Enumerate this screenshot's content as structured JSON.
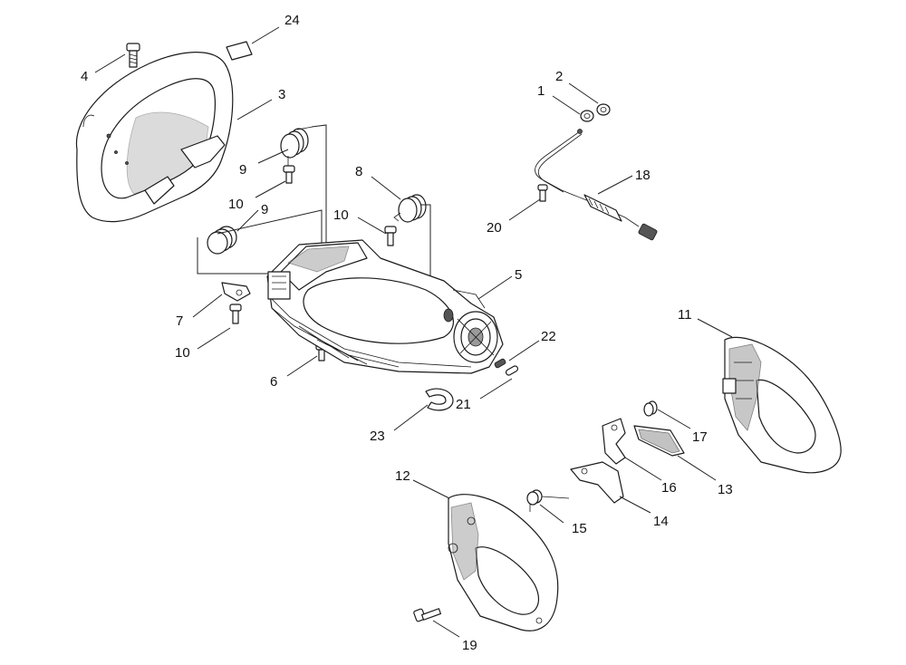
{
  "callouts": [
    {
      "id": "24",
      "label": "24"
    },
    {
      "id": "4",
      "label": "4"
    },
    {
      "id": "3",
      "label": "3"
    },
    {
      "id": "9a",
      "label": "9"
    },
    {
      "id": "10a",
      "label": "10"
    },
    {
      "id": "9b",
      "label": "9"
    },
    {
      "id": "7",
      "label": "7"
    },
    {
      "id": "10b",
      "label": "10"
    },
    {
      "id": "6",
      "label": "6"
    },
    {
      "id": "8",
      "label": "8"
    },
    {
      "id": "10c",
      "label": "10"
    },
    {
      "id": "5",
      "label": "5"
    },
    {
      "id": "22",
      "label": "22"
    },
    {
      "id": "21",
      "label": "21"
    },
    {
      "id": "23",
      "label": "23"
    },
    {
      "id": "2",
      "label": "2"
    },
    {
      "id": "1",
      "label": "1"
    },
    {
      "id": "18",
      "label": "18"
    },
    {
      "id": "20",
      "label": "20"
    },
    {
      "id": "11",
      "label": "11"
    },
    {
      "id": "17",
      "label": "17"
    },
    {
      "id": "16",
      "label": "16"
    },
    {
      "id": "13",
      "label": "13"
    },
    {
      "id": "14",
      "label": "14"
    },
    {
      "id": "15",
      "label": "15"
    },
    {
      "id": "12",
      "label": "12"
    },
    {
      "id": "19",
      "label": "19"
    }
  ],
  "colors": {
    "line": "#1a1a1a",
    "shade": "#9a9a9a",
    "background": "#ffffff"
  }
}
